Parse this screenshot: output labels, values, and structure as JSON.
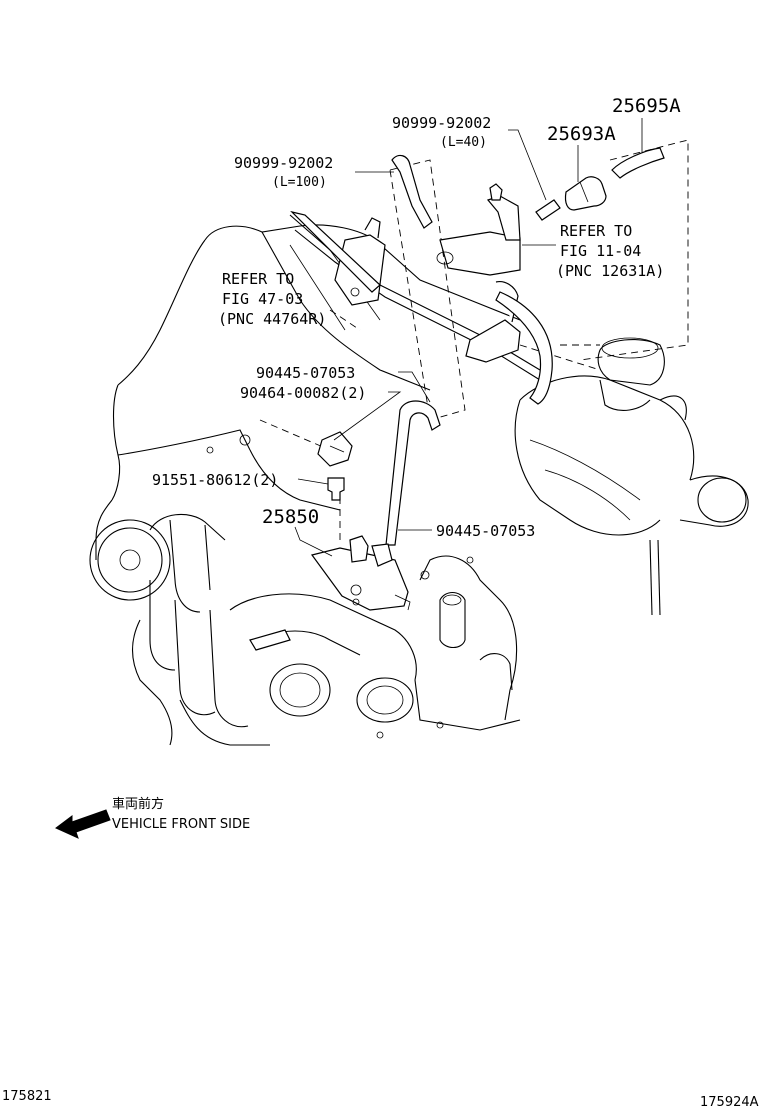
{
  "labels": {
    "part_25695A": "25695A",
    "part_25693A": "25693A",
    "part_90999_92002_a": "90999-92002",
    "len_40": "(L=40)",
    "part_90999_92002_b": "90999-92002",
    "len_100": "(L=100)",
    "refer_11_line1": "REFER TO",
    "refer_11_line2": "FIG 11-04",
    "refer_11_line3": "(PNC 12631A)",
    "refer_47_line1": "REFER TO",
    "refer_47_line2": "FIG 47-03",
    "refer_47_line3": "(PNC 44764R)",
    "part_90445_07053_a": "90445-07053",
    "part_90464_00082": "90464-00082(2)",
    "part_91551_80612": "91551-80612(2)",
    "part_25850": "25850",
    "part_90445_07053_b": "90445-07053",
    "front_jp": "車両前方",
    "front_en": "VEHICLE FRONT SIDE",
    "code_left": "175821",
    "code_right": "175924A"
  }
}
